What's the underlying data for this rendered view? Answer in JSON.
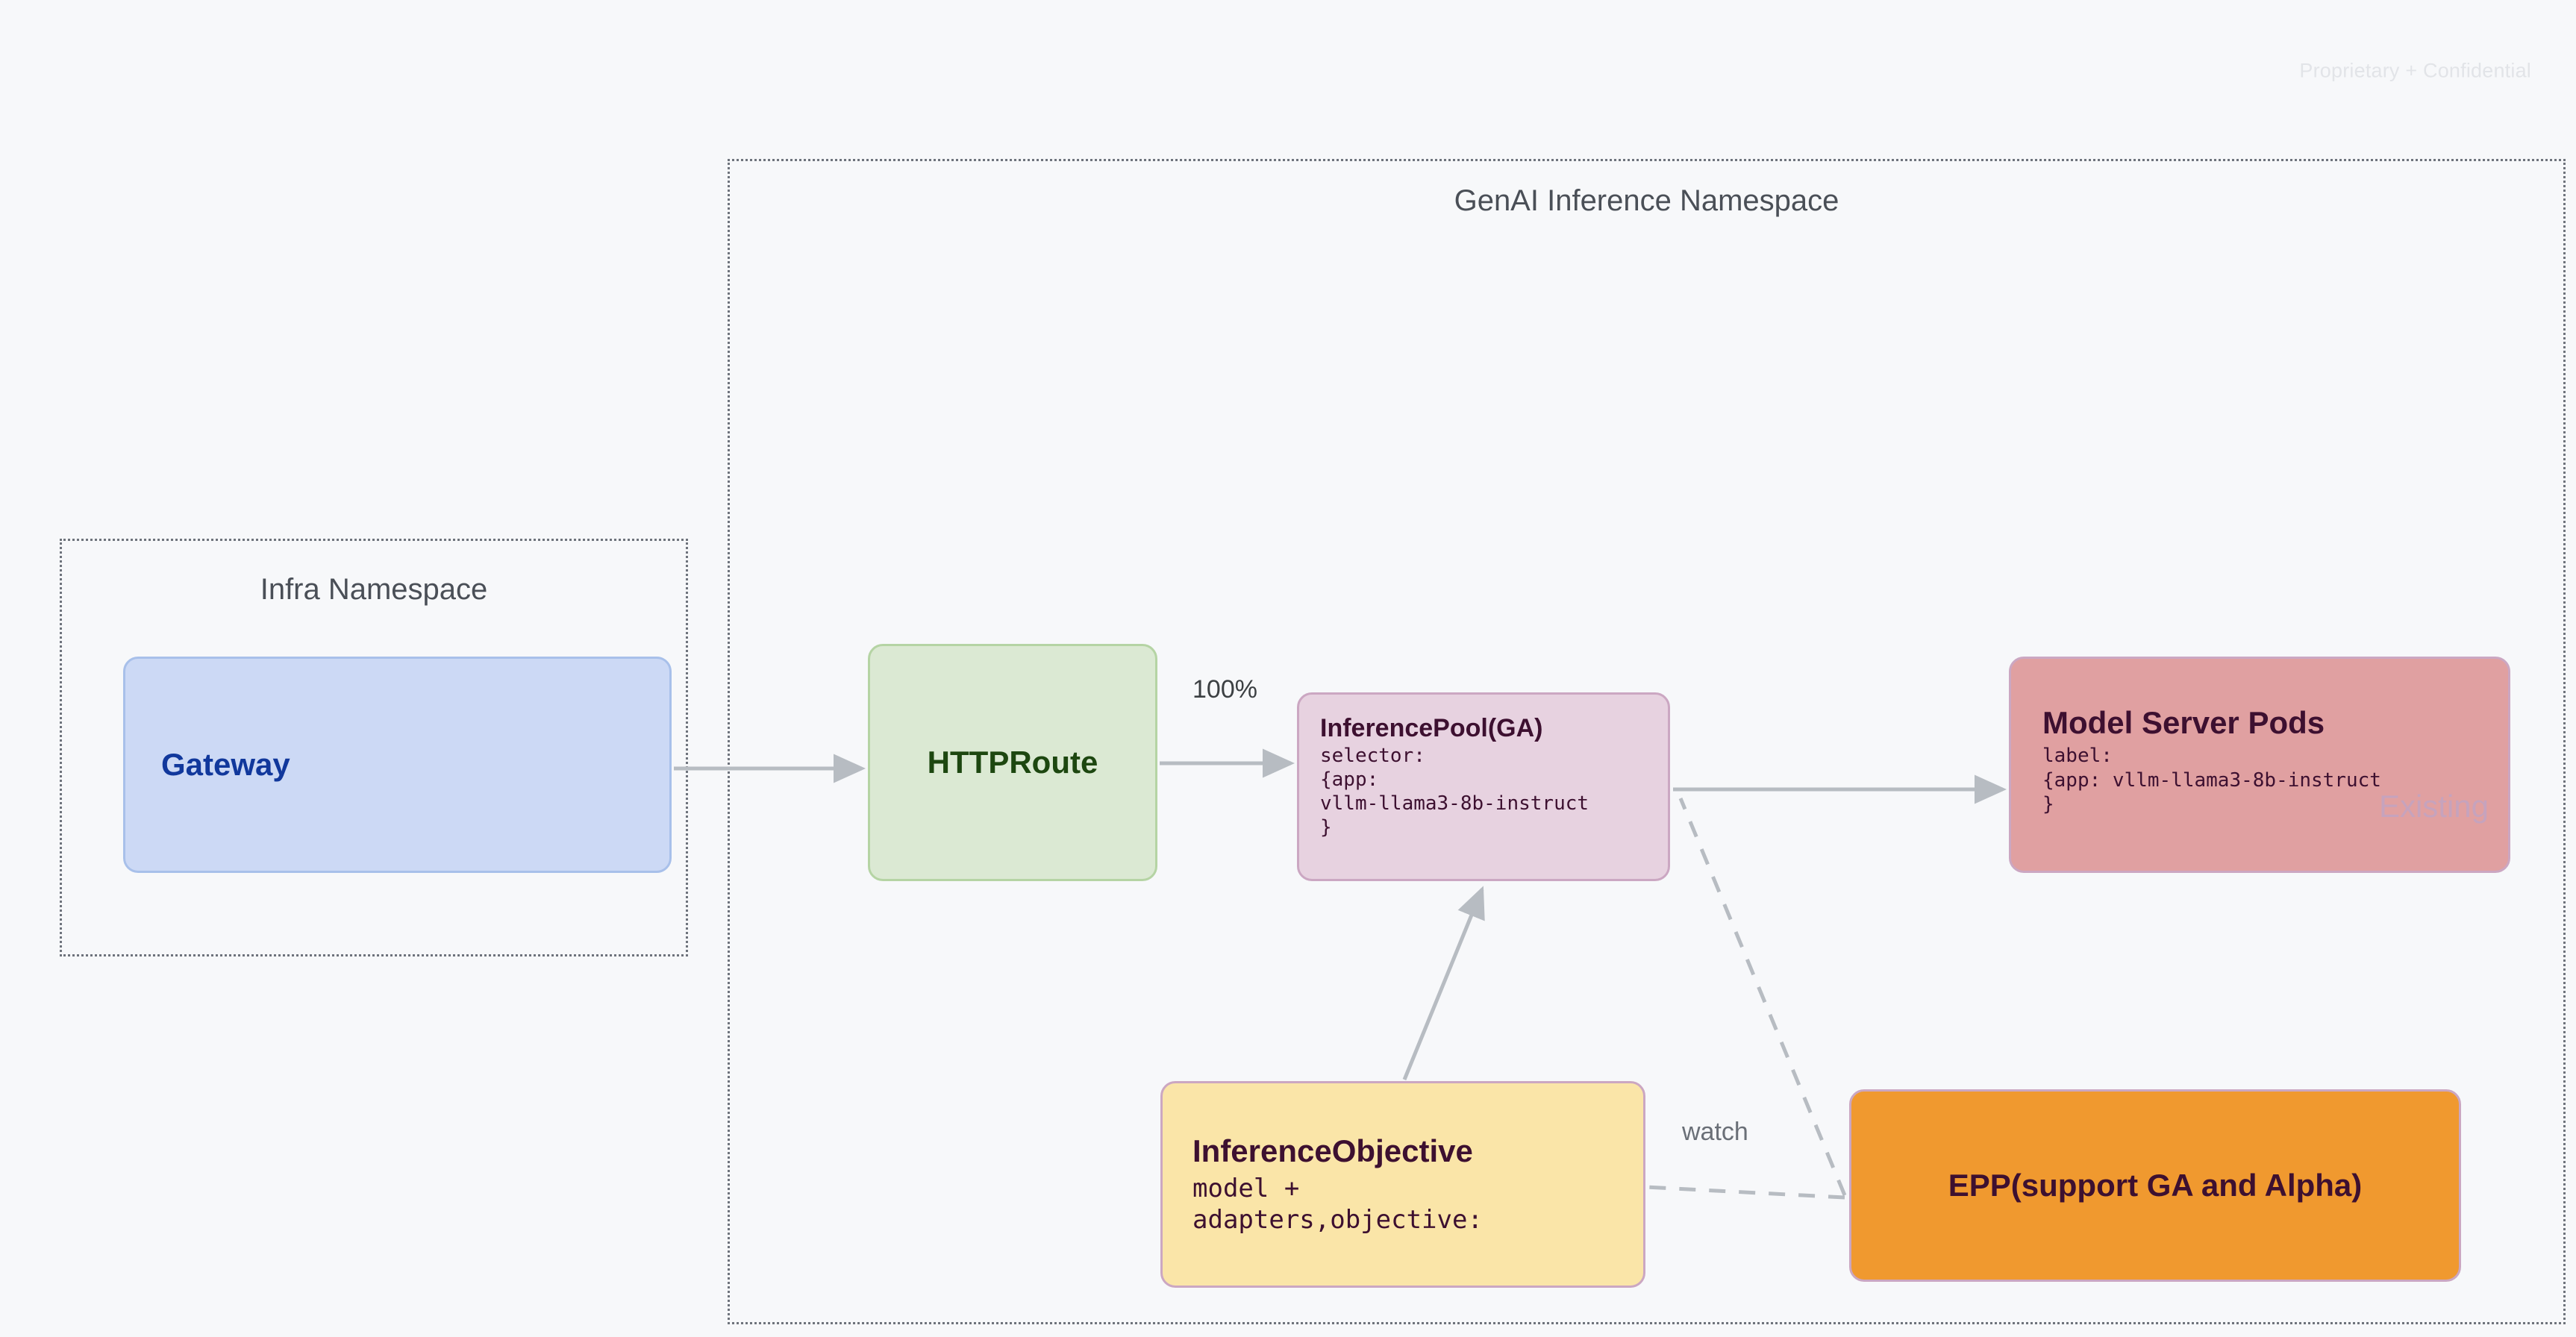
{
  "watermark": "Proprietary + Confidential",
  "namespaces": [
    {
      "id": "genai",
      "title": "GenAI Inference Namespace"
    },
    {
      "id": "infra",
      "title": "Infra Namespace"
    }
  ],
  "nodes": {
    "gateway": {
      "title": "Gateway",
      "fill": "#ccd9f5",
      "text_color": "#11389c"
    },
    "httproute": {
      "title": "HTTPRoute",
      "fill": "#dbe9d3",
      "text_color": "#1d4710"
    },
    "inference_pool": {
      "title": "InferencePool(GA)",
      "body": "selector:\n{app:\nvllm-llama3-8b-instruct\n}",
      "fill": "#e7d2e0",
      "text_color": "#3d1030"
    },
    "model_server_pods": {
      "title": "Model Server Pods",
      "body": "label:\n{app: vllm-llama3-8b-instruct\n}",
      "badge": "Existing",
      "fill": "#e0a0a1",
      "text_color": "#3d1030",
      "badge_color": "#c6a3bd"
    },
    "inference_objective": {
      "title": "InferenceObjective",
      "body": "model +\nadapters,objective:",
      "fill": "#fae5a8",
      "text_color": "#3d1030"
    },
    "epp": {
      "title": "EPP(support GA and Alpha)",
      "fill": "#f0992f",
      "text_color": "#3d1030"
    }
  },
  "edges": [
    {
      "id": "gateway-to-httproute",
      "from": "gateway",
      "to": "httproute",
      "label": "",
      "style": "solid"
    },
    {
      "id": "httproute-to-inferencepool",
      "from": "httproute",
      "to": "inference_pool",
      "label": "100%",
      "style": "solid"
    },
    {
      "id": "inferencepool-to-modelserver",
      "from": "inference_pool",
      "to": "model_server_pods",
      "label": "",
      "style": "solid"
    },
    {
      "id": "inferenceobjective-to-inferencepool",
      "from": "inference_objective",
      "to": "inference_pool",
      "label": "",
      "style": "solid"
    },
    {
      "id": "epp-watch-inferenceobjective",
      "from": "epp",
      "to": "inference_objective",
      "label": "watch",
      "style": "dashed"
    },
    {
      "id": "epp-watch-inferencepool",
      "from": "epp",
      "to": "inference_pool",
      "label": "",
      "style": "dashed"
    }
  ],
  "colors": {
    "background": "#f7f8fa",
    "connector": "#b7bcc2",
    "namespace_border": "#6e737c",
    "namespace_title": "#4a4f57"
  }
}
